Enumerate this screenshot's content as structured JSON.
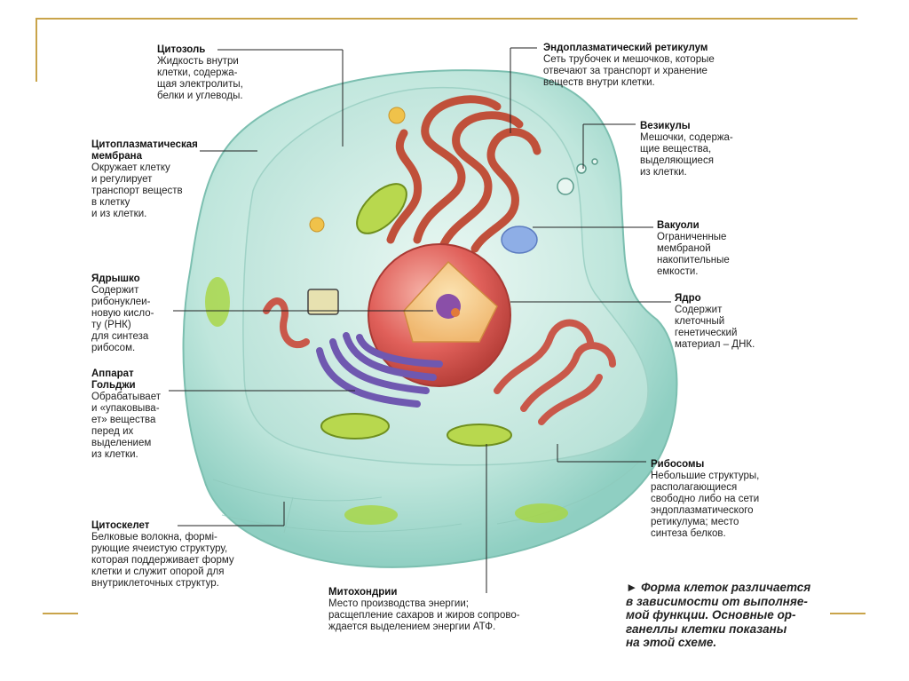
{
  "labels": {
    "cytosol": {
      "title": "Цитозоль",
      "desc": "Жидкость внутри\nклетки, содержа-\nщая электролиты,\nбелки и углеводы."
    },
    "membrane": {
      "title": "Цитоплазматическая\nмембрана",
      "desc": "Окружает клетку\nи регулирует\nтранспорт веществ\nв клетку\nи из клетки."
    },
    "nucleolus": {
      "title": "Ядрышко",
      "desc": "Содержит\nрибонуклеи-\nновую кисло-\nту (РНК)\nдля синтеза\nрибосом."
    },
    "golgi": {
      "title": "Аппарат\nГольджи",
      "desc": "Обрабатывает\nи «упаковыва-\nет» вещества\nперед их\nвыделением\nиз клетки."
    },
    "cytoskeleton": {
      "title": "Цитоскелет",
      "desc": "Белковые волокна, формі-\nрующие ячеистую структуру,\nкоторая поддерживает форму\nклетки и служит опорой для\nвнутриклеточных структур."
    },
    "mitochondria": {
      "title": "Митохондрии",
      "desc": "Место производства энергии;\nрасщепление сахаров и жиров сопрово-\nждается выделением энергии АТФ."
    },
    "er": {
      "title": "Эндоплазматический ретикулум",
      "desc": "Сеть трубочек и мешочков, которые\nотвечают за транспорт и хранение\nвеществ внутри клетки."
    },
    "vesicles": {
      "title": "Везикулы",
      "desc": "Мешочки, содержа-\nщие вещества,\nвыделяющиеся\nиз клетки."
    },
    "vacuoles": {
      "title": "Вакуоли",
      "desc": "Ограниченные\nмембраной\nнакопительные\nемкости."
    },
    "nucleus": {
      "title": "Ядро",
      "desc": "Содержит\nклеточный\nгенетический\nматериал – ДНК."
    },
    "ribosomes": {
      "title": "Рибосомы",
      "desc": "Небольшие структуры,\nрасполагающиеся\nсвободно либо на сети\nэндоплазматического\nретикулума; место\nсинтеза белков."
    }
  },
  "note": "► Форма клеток различается\nв зависимости от выполняе-\nмой функции. Основные ор-\nганеллы клетки показаны\nна этой схеме.",
  "colors": {
    "frame": "#c9a44a",
    "cell_outer": "#bfe6dc",
    "cytoplasm": "#d9f0ea",
    "er": "#c0503a",
    "nucleus": "#e0605a",
    "golgi": "#6f58b0",
    "mitochondria": "#9bc43a",
    "vacuole": "#8eaee6"
  }
}
